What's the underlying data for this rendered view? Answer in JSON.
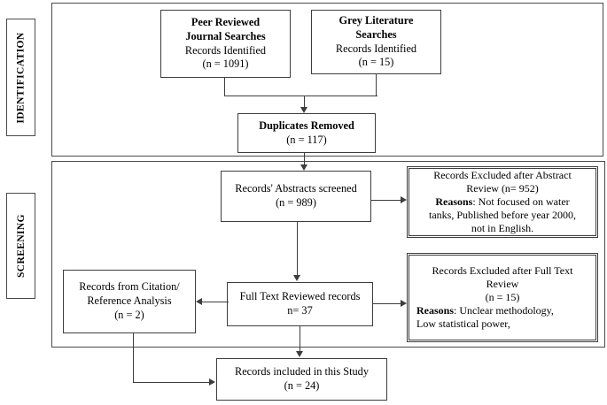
{
  "diagram": {
    "title": "PRISMA study selection flow diagram",
    "stages": [
      {
        "id": "identification",
        "label": "IDENTIFICATION"
      },
      {
        "id": "screening",
        "label": "SCREENING"
      }
    ],
    "boxes": {
      "peer_reviewed": {
        "lines": [
          {
            "text": "Peer Reviewed",
            "bold": true
          },
          {
            "text": "Journal Searches",
            "bold": true
          },
          {
            "text": "Records Identified",
            "bold": false
          },
          {
            "text": "(n = 1091)",
            "bold": false
          }
        ],
        "count": 1091
      },
      "grey_literature": {
        "lines": [
          {
            "text": "Grey Literature",
            "bold": true
          },
          {
            "text": "Searches",
            "bold": true
          },
          {
            "text": "Records Identified",
            "bold": false
          },
          {
            "text": "(n = 15)",
            "bold": false
          }
        ],
        "count": 15
      },
      "duplicates_removed": {
        "lines": [
          {
            "text": "Duplicates Removed",
            "bold": true
          },
          {
            "text": "(n = 117)",
            "bold": false
          }
        ],
        "count": 117
      },
      "abstracts_screened": {
        "lines": [
          {
            "text": "Records' Abstracts screened",
            "bold": false
          },
          {
            "text": "(n = 989)",
            "bold": false
          }
        ],
        "count": 989
      },
      "excluded_after_abstract": {
        "lines": [
          {
            "text": "Records Excluded after Abstract",
            "bold": false
          },
          {
            "text": "Review (n= 952)",
            "bold": false
          },
          {
            "text": "Reasons",
            "bold": true,
            "suffix": ": Not focused on water"
          },
          {
            "text": "tanks, Published before year 2000,",
            "bold": false
          },
          {
            "text": "not in English.",
            "bold": false
          }
        ],
        "count": 952
      },
      "full_text_reviewed": {
        "lines": [
          {
            "text": "Full Text Reviewed records",
            "bold": false
          },
          {
            "text": "n= 37",
            "bold": false
          }
        ],
        "count": 37
      },
      "excluded_after_fulltext": {
        "lines": [
          {
            "text": "Records Excluded after Full Text",
            "bold": false
          },
          {
            "text": "Review",
            "bold": false
          },
          {
            "text": "(n = 15)",
            "bold": false
          },
          {
            "text": "Reasons",
            "bold": true,
            "suffix": ": Unclear methodology,"
          },
          {
            "text": "Low statistical power,",
            "bold": false
          }
        ],
        "count": 15
      },
      "citation_reference": {
        "lines": [
          {
            "text": "Records from Citation/",
            "bold": false
          },
          {
            "text": "Reference Analysis",
            "bold": false
          },
          {
            "text": "(n = 2)",
            "bold": false
          }
        ],
        "count": 2
      },
      "included_in_study": {
        "lines": [
          {
            "text": "Records included in this Study",
            "bold": false
          },
          {
            "text": "(n = 24)",
            "bold": false
          }
        ],
        "count": 24
      }
    },
    "colors": {
      "box_border": "#3d3d3d",
      "container_border": "#4a4a4a",
      "connector": "#3d3d3d",
      "text": "#000000",
      "background": "#ffffff"
    }
  }
}
